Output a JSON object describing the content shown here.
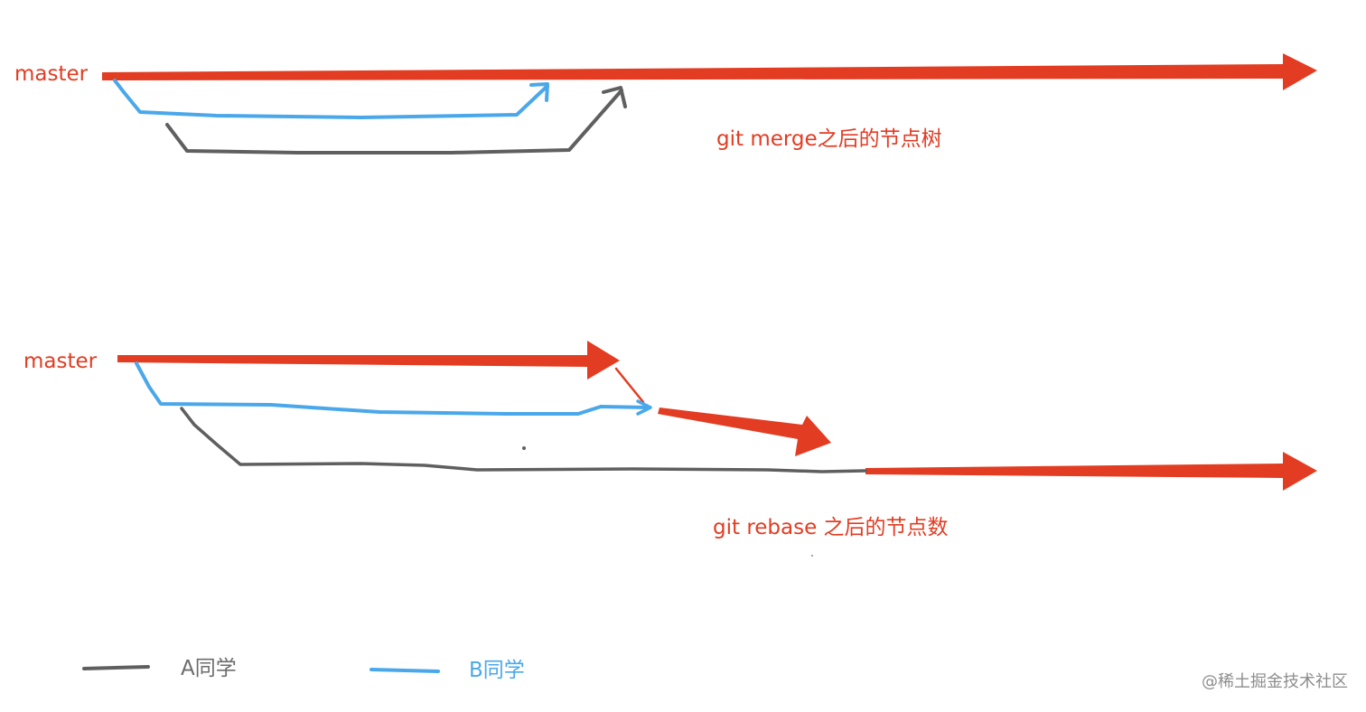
{
  "merge_section": {
    "master_label": "master",
    "caption": "git merge之后的节点树"
  },
  "rebase_section": {
    "master_label": "master",
    "caption": "git rebase 之后的节点数"
  },
  "legend": {
    "a_label": "A同学",
    "b_label": "B同学"
  },
  "watermark": "@稀土掘金技术社区",
  "colors": {
    "master": "#e23c22",
    "branch_a": "#5f5f5f",
    "branch_b": "#4aa8ea",
    "legend_a_text": "#6c6c6c",
    "legend_b_text": "#4aa8ea"
  }
}
